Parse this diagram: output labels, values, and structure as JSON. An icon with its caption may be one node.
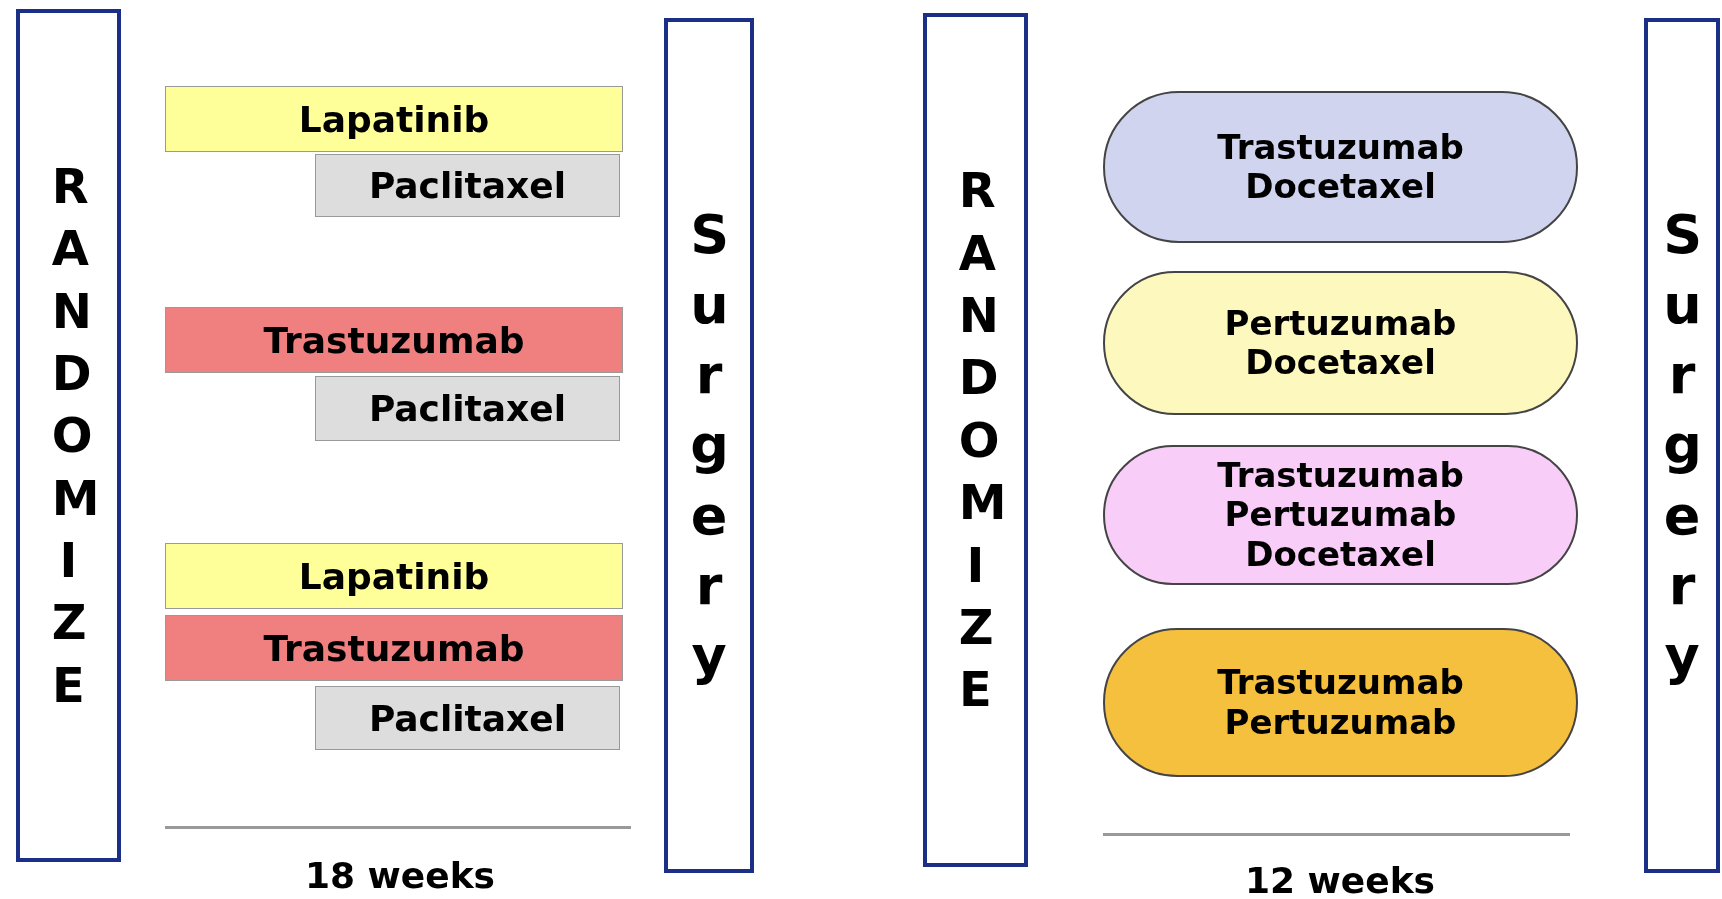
{
  "diagram": {
    "nodes": [
      {
        "text": [
          "RANDOMIZE"
        ]
      },
      {
        "text": [
          "Lapatinib"
        ]
      },
      {
        "text": [
          "Paclitaxel"
        ]
      },
      {
        "text": [
          "Trastuzumab"
        ]
      },
      {
        "text": [
          "Paclitaxel"
        ]
      },
      {
        "text": [
          "Lapatinib"
        ]
      },
      {
        "text": [
          "Trastuzumab"
        ]
      },
      {
        "text": [
          "Paclitaxel"
        ]
      },
      {
        "text": [
          "Surgery"
        ]
      },
      {
        "text": [
          "RANDOMIZE"
        ]
      },
      {
        "text": [
          "Trastuzumab Docetaxel"
        ]
      },
      {
        "text": [
          "Pertuzumab Docetaxel"
        ]
      },
      {
        "text": [
          "Trastuzumab Pertuzumab Docetaxel"
        ]
      },
      {
        "text": [
          "Trastuzumab Pertuzumab"
        ]
      },
      {
        "text": [
          "Surgery"
        ]
      }
    ],
    "edges": [],
    "labels": [
      "18 weeks",
      "12 weeks"
    ]
  }
}
